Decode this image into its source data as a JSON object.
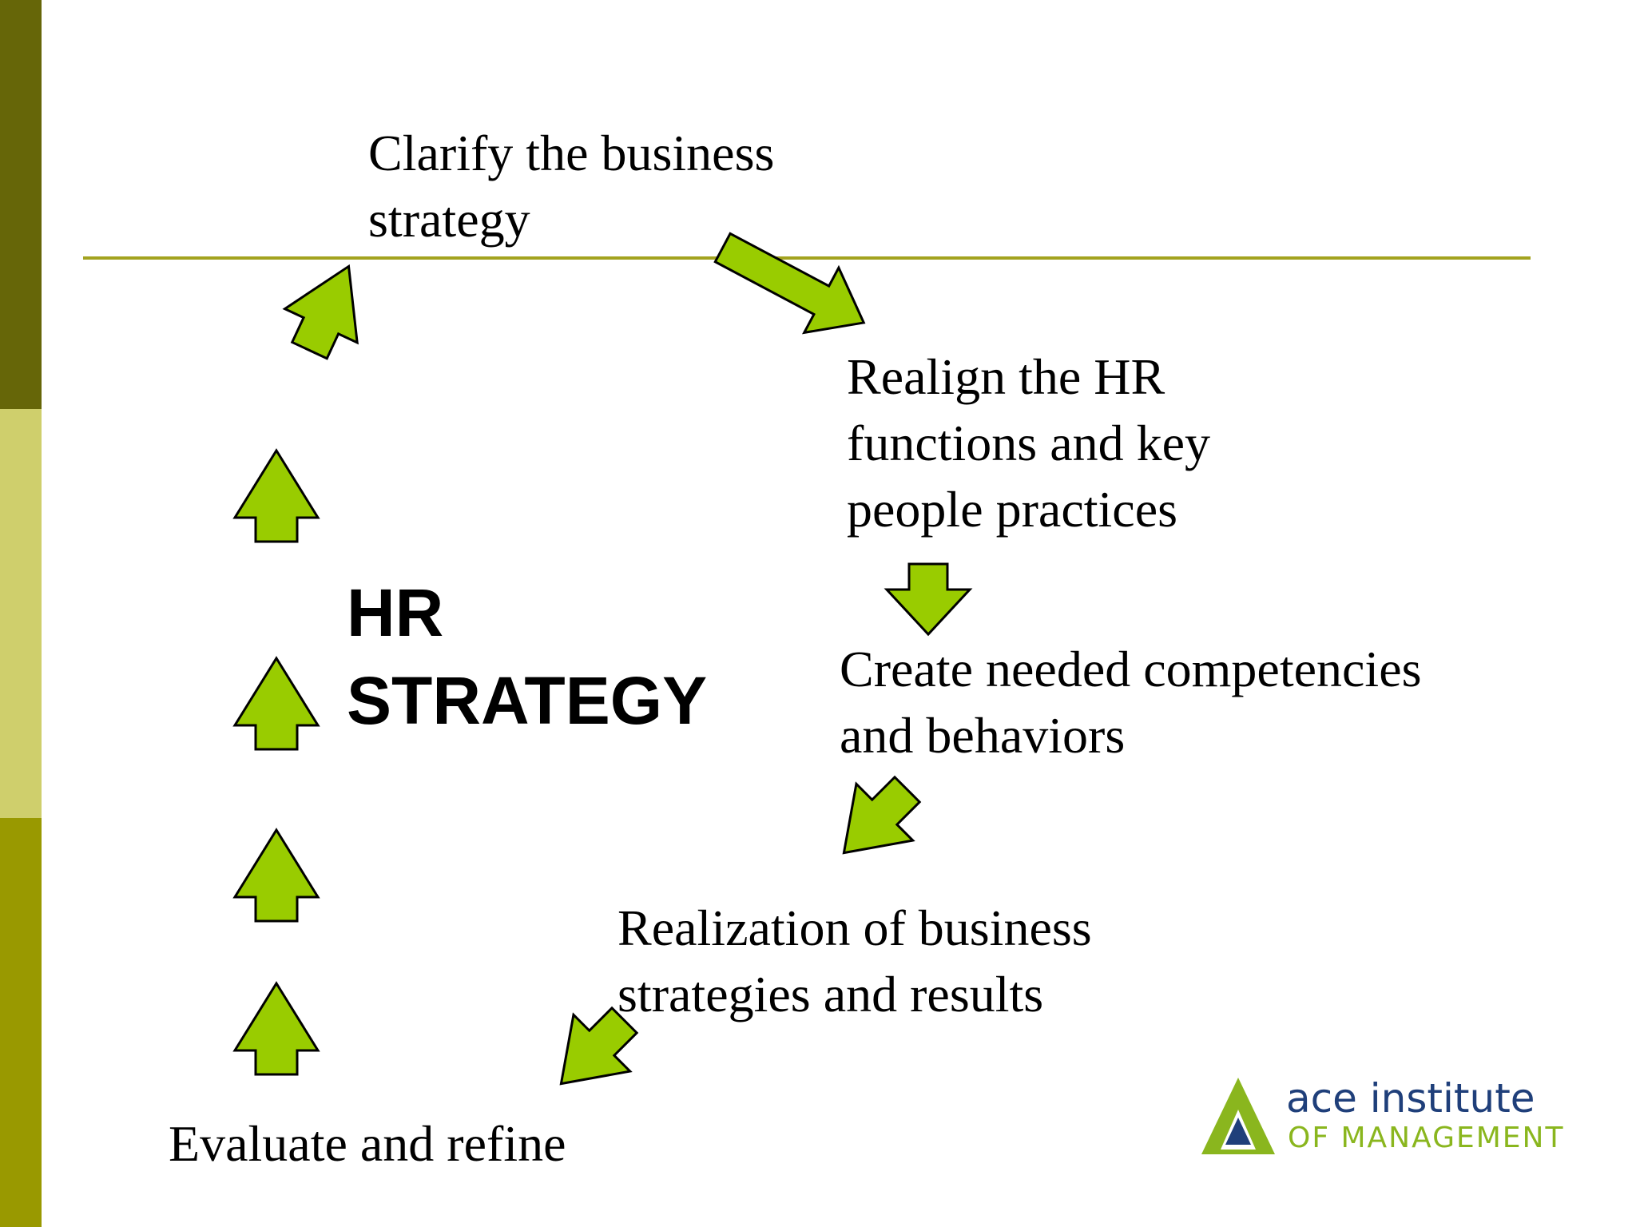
{
  "diagram": {
    "center_title": [
      "HR",
      "STRATEGY"
    ],
    "steps": [
      {
        "lines": [
          "Clarify the business",
          "strategy"
        ]
      },
      {
        "lines": [
          "Realign the HR",
          "functions and key",
          "people practices"
        ]
      },
      {
        "lines": [
          "Create needed competencies",
          "and behaviors"
        ]
      },
      {
        "lines": [
          "Realization of business",
          "strategies and results"
        ]
      },
      {
        "lines": [
          "Evaluate and refine"
        ]
      }
    ]
  },
  "logo": {
    "line1": "ace institute",
    "line2": "OF MANAGEMENT"
  },
  "colors": {
    "arrow_fill": "#99cc00",
    "sidebar_dark": "#666608",
    "sidebar_light": "#cfcf6c",
    "sidebar_mid": "#999900",
    "rule": "#a3a31f",
    "logo_blue": "#1f3f7a",
    "logo_green": "#8ab61e"
  },
  "icons": [
    "arrow-icon",
    "ace-logo-icon"
  ]
}
